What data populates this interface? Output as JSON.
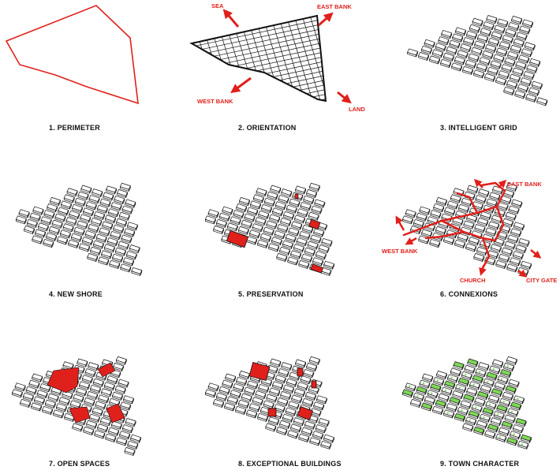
{
  "colors": {
    "accent": "#e0201b",
    "ink": "#111111",
    "green": "#7ed957"
  },
  "panels": [
    {
      "caption": "1. PERIMETER"
    },
    {
      "caption": "2. ORIENTATION",
      "labels": {
        "sea": "SEA",
        "east": "EAST BANK",
        "west": "WEST BANK",
        "land": "LAND"
      }
    },
    {
      "caption": "3. INTELLIGENT GRID"
    },
    {
      "caption": "4. NEW SHORE"
    },
    {
      "caption": "5. PRESERVATION"
    },
    {
      "caption": "6. CONNEXIONS",
      "labels": {
        "east": "EAST BANK",
        "west": "WEST BANK",
        "church": "CHURCH",
        "gate": "CITY GATE"
      }
    },
    {
      "caption": "7. OPEN SPACES"
    },
    {
      "caption": "8. EXCEPTIONAL BUILDINGS"
    },
    {
      "caption": "9. TOWN CHARACTER"
    }
  ]
}
